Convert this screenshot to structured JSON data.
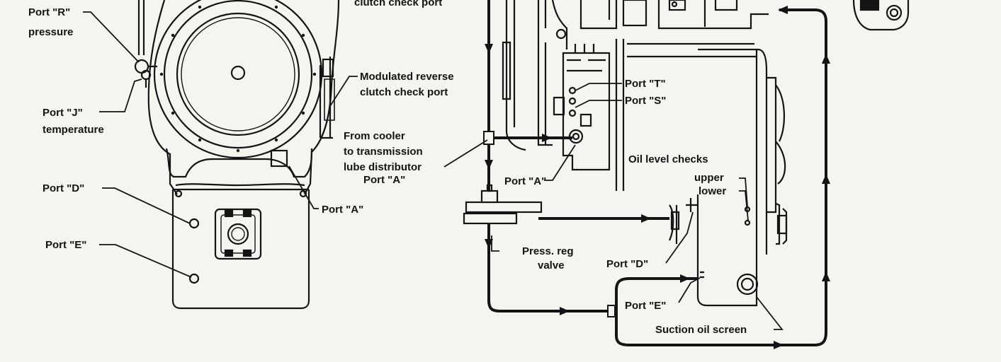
{
  "colors": {
    "paper": "#f4f4f1",
    "ink": "#141414"
  },
  "labels": {
    "port_r_line1": "Port \"R\"",
    "port_r_line2": "pressure",
    "clutch_check_top": "clutch check port",
    "mod_reverse_line1": "Modulated reverse",
    "mod_reverse_line2": "clutch check port",
    "port_j_line1": "Port \"J\"",
    "port_j_line2": "temperature",
    "from_cooler_line1": "From cooler",
    "from_cooler_line2": "to transmission",
    "from_cooler_line3": "lube distributor",
    "from_cooler_line4": "Port \"A\"",
    "port_t": "Port \"T\"",
    "port_s": "Port \"S\"",
    "oil_level_checks": "Oil level checks",
    "upper": "upper",
    "lower": "lower",
    "port_d_left": "Port \"D\"",
    "port_a_left": "Port \"A\"",
    "port_a_right": "Port \"A\"",
    "port_e_left": "Port \"E\"",
    "press_reg_line1": "Press. reg",
    "press_reg_line2": "valve",
    "port_d_right": "Port \"D\"",
    "port_e_right": "Port \"E\"",
    "suction_oil_screen": "Suction oil screen"
  }
}
